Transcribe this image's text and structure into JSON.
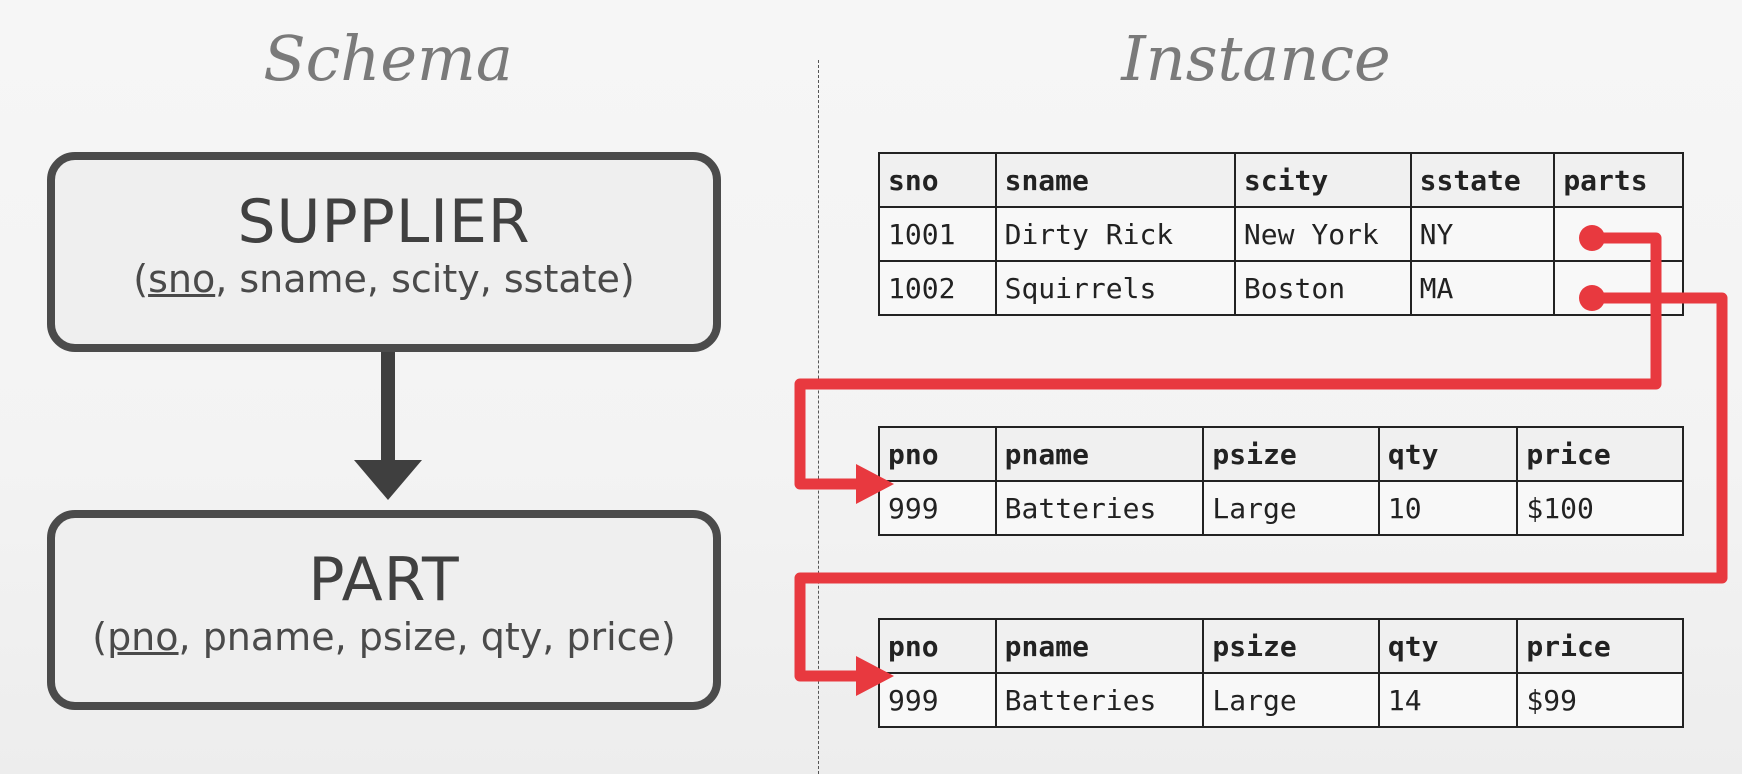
{
  "schema": {
    "title": "Schema",
    "supplier": {
      "name": "SUPPLIER",
      "key": "sno",
      "rest": ", sname, scity, sstate)"
    },
    "part": {
      "name": "PART",
      "key": "pno",
      "rest": ", pname, psize, qty, price)"
    },
    "open_paren": "("
  },
  "instance": {
    "title": "Instance",
    "supplier_table": {
      "headers": [
        "sno",
        "sname",
        "scity",
        "sstate",
        "parts"
      ],
      "rows": [
        [
          "1001",
          "Dirty Rick",
          "New York",
          "NY",
          ""
        ],
        [
          "1002",
          "Squirrels",
          "Boston",
          "MA",
          ""
        ]
      ]
    },
    "part_tables": [
      {
        "headers": [
          "pno",
          "pname",
          "psize",
          "qty",
          "price"
        ],
        "rows": [
          [
            "999",
            "Batteries",
            "Large",
            "10",
            "$100"
          ]
        ]
      },
      {
        "headers": [
          "pno",
          "pname",
          "psize",
          "qty",
          "price"
        ],
        "rows": [
          [
            "999",
            "Batteries",
            "Large",
            "14",
            "$99"
          ]
        ]
      }
    ]
  },
  "colors": {
    "pointer": "#e8393f",
    "entity_border": "#4b4b4b",
    "title": "#7a7a7a"
  }
}
